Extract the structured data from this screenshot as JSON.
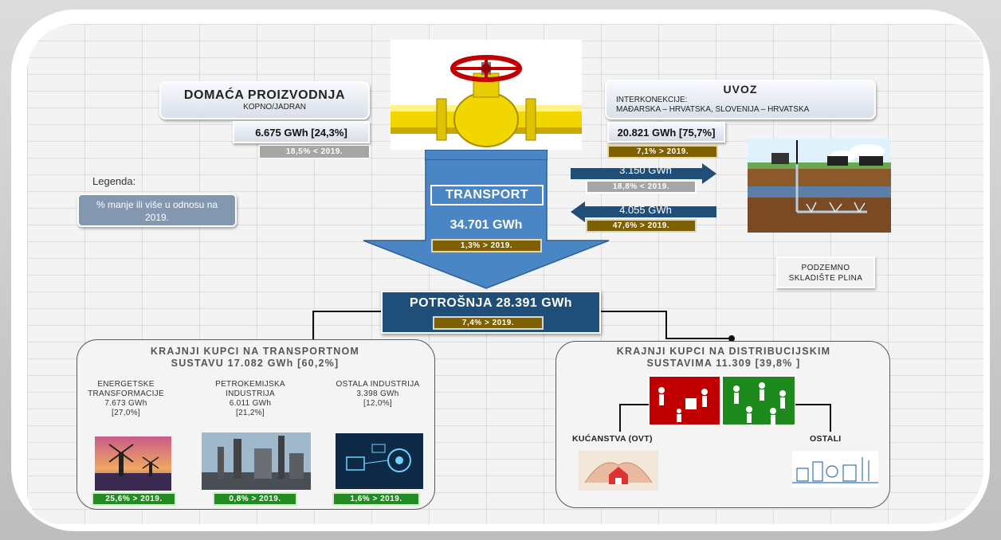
{
  "domestic": {
    "title": "DOMAĆA PROIZVODNJA",
    "subtitle": "KOPNO/JADRAN",
    "value": "6.675 GWh [24,3%]",
    "change": "18,5% < 2019."
  },
  "import": {
    "title": "UVOZ",
    "line1": "INTERKONEKCIJE:",
    "line2": "MAĐARSKA – HRVATSKA, SLOVENIJA – HRVATSKA",
    "value": "20.821 GWh [75,7%]",
    "change": "7,1% > 2019."
  },
  "legend": {
    "title": "Legenda:",
    "text": "% manje ili više u odnosu na 2019."
  },
  "transport": {
    "title": "TRANSPORT",
    "value": "34.701 GWh",
    "change": "1,3% > 2019."
  },
  "storage_out": {
    "value": "3.150 GWh",
    "change": "18,8% < 2019."
  },
  "storage_in": {
    "value": "4.055 GWh",
    "change": "47,6% > 2019."
  },
  "storage": {
    "label_line1": "PODZEMNO",
    "label_line2": "SKLADIŠTE PLINA"
  },
  "consumption": {
    "title": "POTROŠNJA  28.391 GWh",
    "change": "7,4% > 2019."
  },
  "transport_customers": {
    "title_line1": "KRAJNJI KUPCI NA TRANSPORTNOM",
    "title_line2": "SUSTAVU 17.082 GWh [60,2%]",
    "items": [
      {
        "name_line1": "ENERGETSKE",
        "name_line2": "TRANSFORMACIJE",
        "value": "7.673 GWh",
        "share": "[27,0%]",
        "change": "25,6% > 2019."
      },
      {
        "name_line1": "PETROKEMIJSKA",
        "name_line2": "INDUSTRIJA",
        "value": "6.011 GWh",
        "share": "[21,2%]",
        "change": "0,8% > 2019."
      },
      {
        "name_line1": "OSTALA  INDUSTRIJA",
        "name_line2": "",
        "value": "3.398 GWh",
        "share": "[12,0%]",
        "change": "1,6% > 2019."
      }
    ]
  },
  "distribution_customers": {
    "title_line1": "KRAJNJI KUPCI NA DISTRIBUCIJSKIM",
    "title_line2": "SUSTAVIMA 11.309 [39,8% ]",
    "households": "KUĆANSTVA  (OVT)",
    "others": "OSTALI"
  },
  "colors": {
    "arrow_blue": "#4a86c5",
    "dark_blue": "#1f4e79",
    "olive": "#7f6000",
    "green": "#228b22",
    "red": "#c00000",
    "pipe_yellow": "#f2d600"
  }
}
